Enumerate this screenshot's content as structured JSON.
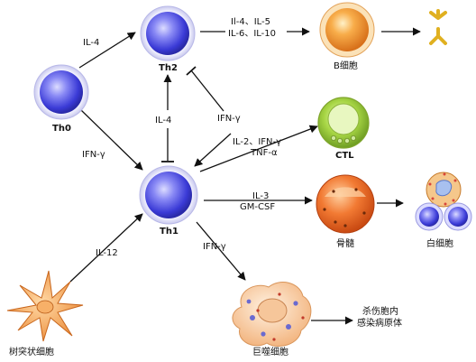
{
  "cells": {
    "th0": "Th0",
    "th2": "Th2",
    "th1": "Th1",
    "b_cell": "B细胞",
    "ctl": "CTL",
    "bone_marrow": "骨髓",
    "wbc": "白细胞",
    "dendritic": "树突状细胞",
    "macrophage": "巨噬细胞"
  },
  "edges": {
    "th0_to_th2": "IL-4",
    "th0_to_th1": "IFN-γ",
    "th1_to_th2_inhibit": "IL-4",
    "th2_to_th1_inhibit": "IFN-γ",
    "th2_to_b_line1": "Il-4、IL-5",
    "th2_to_b_line2": "IL-6、IL-10",
    "th1_to_ctl_line1": "IL-2、IFN-γ",
    "th1_to_ctl_line2": "TNF-α",
    "th1_to_marrow_line1": "IL-3",
    "th1_to_marrow_line2": "GM-CSF",
    "th1_to_macrophage": "IFN-γ",
    "dendritic_to_th1": "IL-12"
  },
  "outcome": {
    "line1": "杀伤胞内",
    "line2": "感染病原体"
  },
  "colors": {
    "t_cell_fill": "#4646e0",
    "b_cell_fill": "#f08c28",
    "ctl_fill": "#9acb3a",
    "marrow_fill": "#f06424",
    "macrophage_fill": "#f7c9a0",
    "dendritic_fill": "#f5a35a",
    "antibody": "#e8b820"
  }
}
